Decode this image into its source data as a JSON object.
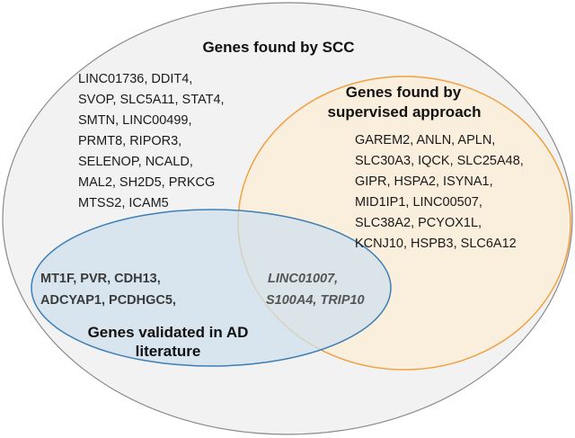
{
  "sets": {
    "scc": {
      "title": "Genes found by SCC",
      "fill": "#f2f2f2",
      "stroke": "#8a8a8a",
      "genes": [
        "LINC01736, DDIT4,",
        "SVOP, SLC5A11, STAT4,",
        "SMTN, LINC00499,",
        "PRMT8, RIPOR3,",
        "SELENOP, NCALD,",
        "MAL2, SH2D5, PRKCG",
        "MTSS2, ICAM5"
      ]
    },
    "supervised": {
      "title_lines": [
        "Genes found by",
        "supervised approach"
      ],
      "fill": "#fbefd9",
      "stroke": "#f0a040",
      "genes": [
        "GAREM2, ANLN, APLN,",
        "SLC30A3, IQCK, SLC25A48,",
        "GIPR, HSPA2, ISYNA1,",
        "MID1IP1, LINC00507,",
        "SLC38A2, PCYOX1L,",
        "KCNJ10, HSPB3, SLC6A12"
      ]
    },
    "ad_literature": {
      "title_lines": [
        "Genes validated in AD",
        "literature"
      ],
      "fill": "#cfe0ec",
      "stroke": "#3d7fb5",
      "genes": [
        "MT1F, PVR, CDH13,",
        "ADCYAP1, PCDHGC5,"
      ]
    }
  },
  "intersection": {
    "genes": [
      "LINC01007,",
      "S100A4, TRIP10"
    ]
  }
}
